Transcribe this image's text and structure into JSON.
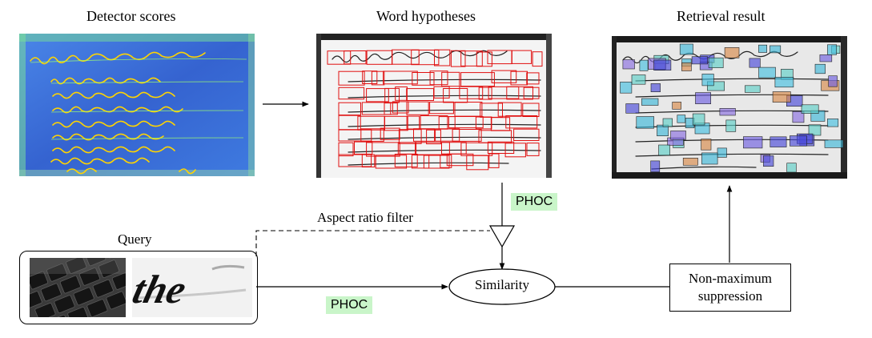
{
  "titles": {
    "detector_scores": "Detector scores",
    "word_hypotheses": "Word hypotheses",
    "retrieval_result": "Retrieval result",
    "query": "Query"
  },
  "labels": {
    "aspect_ratio_filter": "Aspect ratio filter",
    "phoc_top": "PHOC",
    "phoc_bottom": "PHOC"
  },
  "nodes": {
    "similarity": "Similarity",
    "nms_line1": "Non-maximum",
    "nms_line2": "suppression"
  },
  "images": {
    "query_word": "the"
  },
  "colors": {
    "phoc_highlight": "#c9f5c9",
    "detector_bg": "#3a6fd8",
    "hypothesis_box": "#e01010",
    "result_box": "#4a4ad8"
  }
}
